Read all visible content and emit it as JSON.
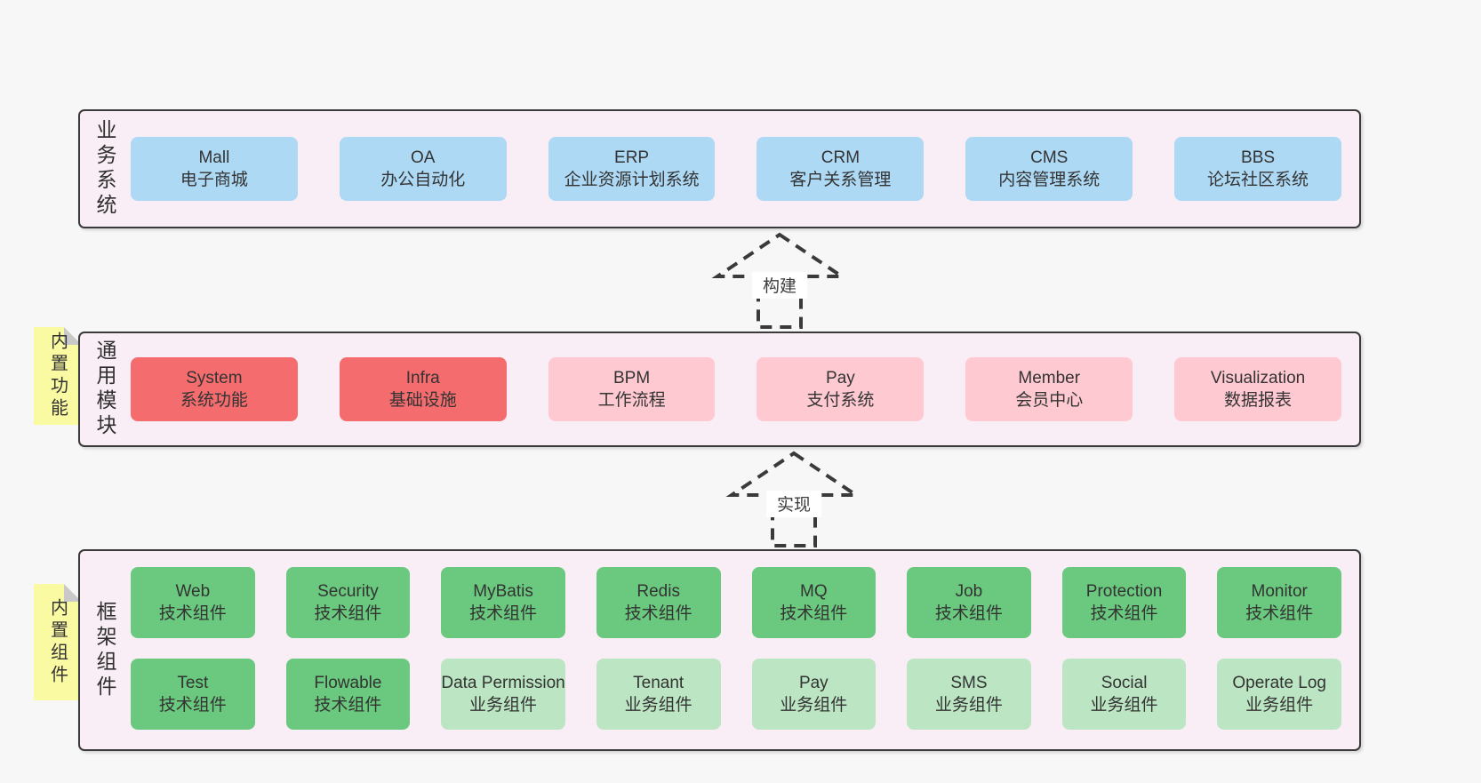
{
  "palette": {
    "page_bg": "#f7f7f7",
    "panel_bg": "#f9edf6",
    "panel_border": "#3a3a3a",
    "blue": "#aed9f5",
    "red": "#f56c6e",
    "pink": "#ffc9d2",
    "green": "#6ac97e",
    "green_light": "#bce6c3",
    "sticky_yellow": "#fafaa2",
    "text": "#333333"
  },
  "arrows": [
    {
      "label": "构建"
    },
    {
      "label": "实现"
    }
  ],
  "stickies": [
    {
      "label": "内置功能"
    },
    {
      "label": "内置组件"
    }
  ],
  "sections": [
    {
      "label": "业务系统",
      "boxes": [
        {
          "en": "Mall",
          "zh": "电子商城",
          "variant": "blue"
        },
        {
          "en": "OA",
          "zh": "办公自动化",
          "variant": "blue"
        },
        {
          "en": "ERP",
          "zh": "企业资源计划系统",
          "variant": "blue"
        },
        {
          "en": "CRM",
          "zh": "客户关系管理",
          "variant": "blue"
        },
        {
          "en": "CMS",
          "zh": "内容管理系统",
          "variant": "blue"
        },
        {
          "en": "BBS",
          "zh": "论坛社区系统",
          "variant": "blue"
        }
      ]
    },
    {
      "label": "通用模块",
      "boxes": [
        {
          "en": "System",
          "zh": "系统功能",
          "variant": "red"
        },
        {
          "en": "Infra",
          "zh": "基础设施",
          "variant": "red"
        },
        {
          "en": "BPM",
          "zh": "工作流程",
          "variant": "pink"
        },
        {
          "en": "Pay",
          "zh": "支付系统",
          "variant": "pink"
        },
        {
          "en": "Member",
          "zh": "会员中心",
          "variant": "pink"
        },
        {
          "en": "Visualization",
          "zh": "数据报表",
          "variant": "pink"
        }
      ]
    },
    {
      "label": "框架组件",
      "rows": [
        [
          {
            "en": "Web",
            "zh": "技术组件",
            "variant": "green"
          },
          {
            "en": "Security",
            "zh": "技术组件",
            "variant": "green"
          },
          {
            "en": "MyBatis",
            "zh": "技术组件",
            "variant": "green"
          },
          {
            "en": "Redis",
            "zh": "技术组件",
            "variant": "green"
          },
          {
            "en": "MQ",
            "zh": "技术组件",
            "variant": "green"
          },
          {
            "en": "Job",
            "zh": "技术组件",
            "variant": "green"
          },
          {
            "en": "Protection",
            "zh": "技术组件",
            "variant": "green"
          },
          {
            "en": "Monitor",
            "zh": "技术组件",
            "variant": "green"
          }
        ],
        [
          {
            "en": "Test",
            "zh": "技术组件",
            "variant": "green"
          },
          {
            "en": "Flowable",
            "zh": "技术组件",
            "variant": "green"
          },
          {
            "en": "Data Permission",
            "zh": "业务组件",
            "variant": "green-light"
          },
          {
            "en": "Tenant",
            "zh": "业务组件",
            "variant": "green-light"
          },
          {
            "en": "Pay",
            "zh": "业务组件",
            "variant": "green-light"
          },
          {
            "en": "SMS",
            "zh": "业务组件",
            "variant": "green-light"
          },
          {
            "en": "Social",
            "zh": "业务组件",
            "variant": "green-light"
          },
          {
            "en": "Operate Log",
            "zh": "业务组件",
            "variant": "green-light"
          }
        ]
      ]
    }
  ]
}
